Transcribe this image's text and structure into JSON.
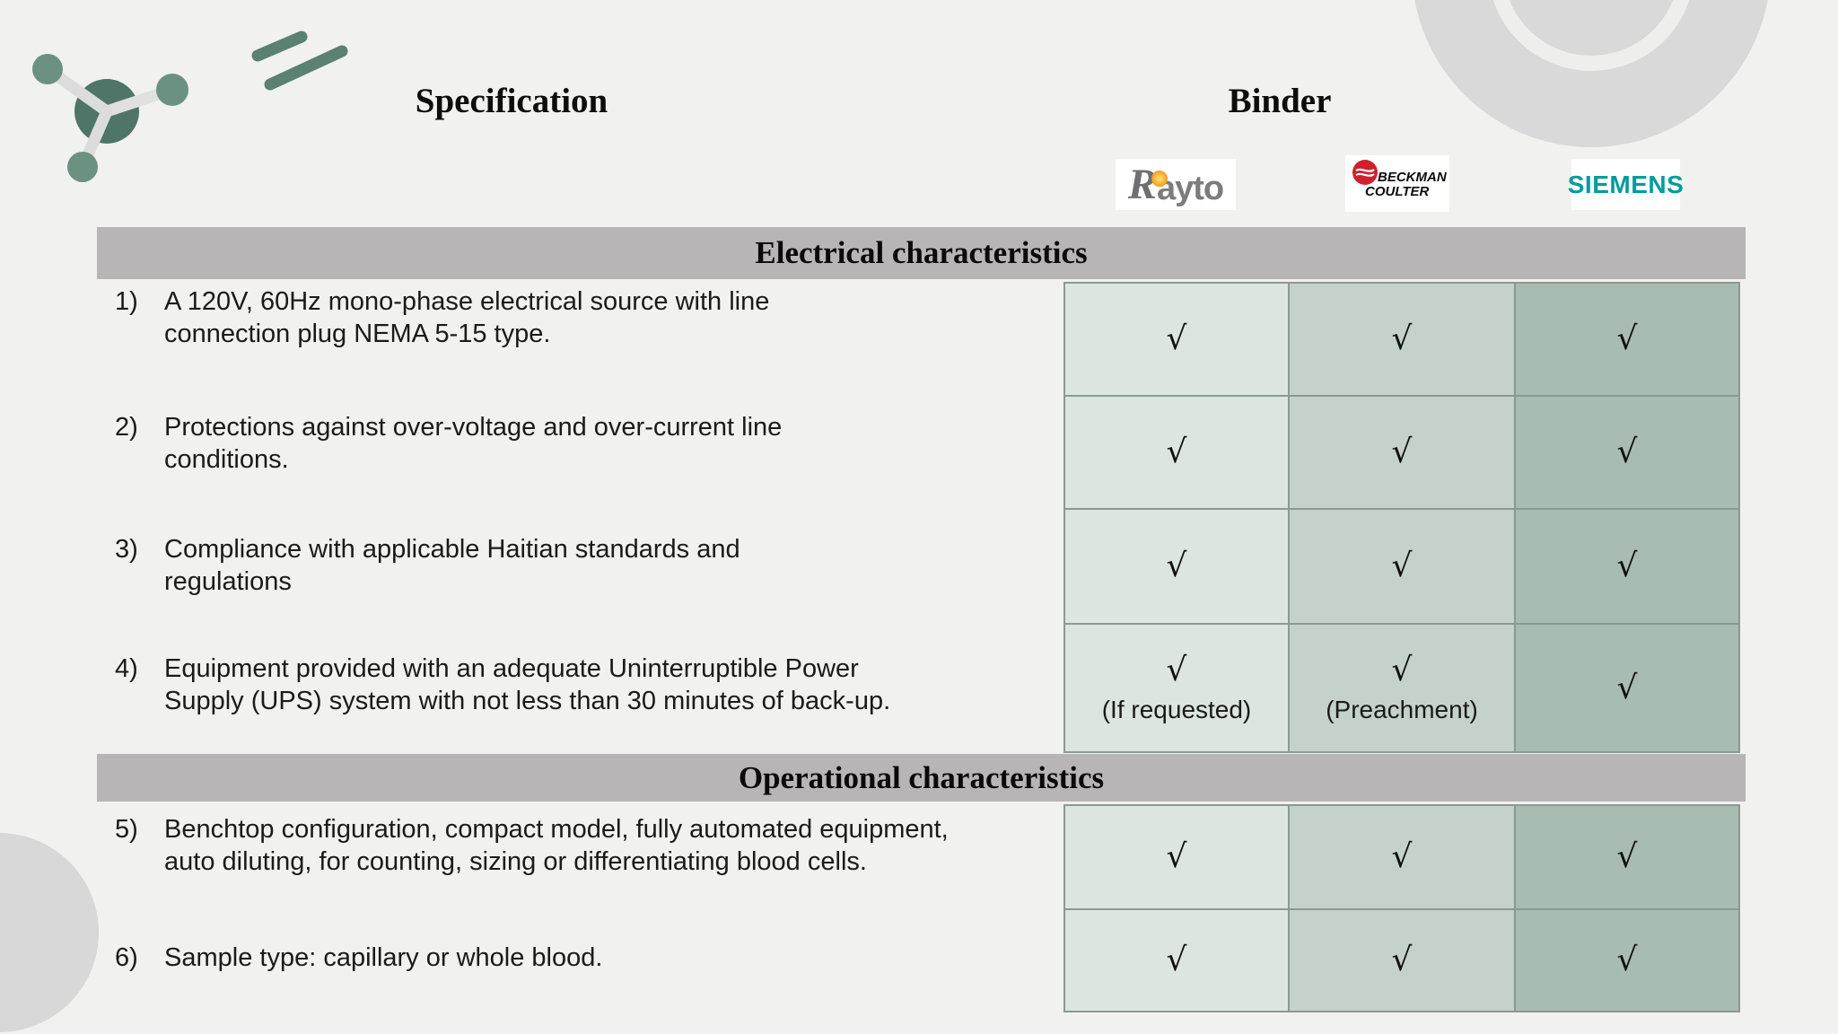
{
  "headers": {
    "specification": "Specification",
    "binder": "Binder"
  },
  "vendors": {
    "rayto": {
      "name": "Rayto",
      "r": "R",
      "rest": "ayto"
    },
    "beckman": {
      "name": "Beckman Coulter",
      "line1": "BECKMAN",
      "line2": "COULTER"
    },
    "siemens": {
      "name": "Siemens",
      "text": "SIEMENS"
    }
  },
  "table": {
    "sections": [
      {
        "title": "Electrical characteristics",
        "rows": [
          {
            "num": "1)",
            "lines": [
              "A 120V, 60Hz mono-phase electrical source with line",
              "connection plug NEMA 5-15 type."
            ],
            "checks": [
              "√",
              "√",
              "√"
            ],
            "notes": [
              "",
              "",
              ""
            ]
          },
          {
            "num": "2)",
            "lines": [
              "Protections against over-voltage and over-current line",
              "conditions."
            ],
            "checks": [
              "√",
              "√",
              "√"
            ],
            "notes": [
              "",
              "",
              ""
            ]
          },
          {
            "num": "3)",
            "lines": [
              "Compliance with applicable Haitian standards and",
              "regulations"
            ],
            "checks": [
              "√",
              "√",
              "√"
            ],
            "notes": [
              "",
              "",
              ""
            ]
          },
          {
            "num": "4)",
            "lines": [
              "Equipment provided with an adequate Uninterruptible Power",
              "Supply (UPS) system with not less than 30 minutes of back-up."
            ],
            "checks": [
              "√",
              "√",
              "√"
            ],
            "notes": [
              "(If requested)",
              "(Preachment)",
              ""
            ]
          }
        ]
      },
      {
        "title": "Operational characteristics",
        "rows": [
          {
            "num": "5)",
            "lines": [
              "Benchtop configuration, compact model, fully automated equipment,",
              "auto diluting, for counting, sizing or differentiating blood cells."
            ],
            "checks": [
              "√",
              "√",
              "√"
            ],
            "notes": [
              "",
              "",
              ""
            ]
          },
          {
            "num": "6)",
            "lines": [
              "Sample type: capillary or whole blood."
            ],
            "checks": [
              "√",
              "√",
              "√"
            ],
            "notes": [
              "",
              "",
              ""
            ]
          }
        ]
      }
    ]
  },
  "colors": {
    "background": "#f1f1ef",
    "section_bar": "#b7b5b6",
    "col_rayto": "#dde5e0",
    "col_beckman": "#c5d2cb",
    "col_siemens": "#a8bcb1",
    "cell_border": "#8a9a93",
    "siemens_teal": "#009c9c",
    "beckman_red": "#cf2030",
    "rayto_orange": "#f0971f",
    "rayto_gray": "#6f6f6f",
    "molecule_dark": "#4e7568",
    "molecule_light": "#6b9180",
    "decor_gray": "#d9d9d9"
  }
}
